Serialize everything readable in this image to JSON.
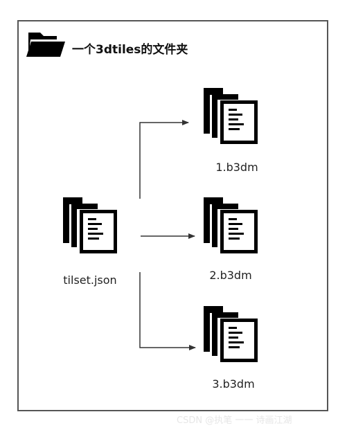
{
  "header": {
    "title": "一个3dtiles的文件夹",
    "folder_icon": "folder-icon"
  },
  "root_file": {
    "name": "tilset.json",
    "icon": "document-stack-icon"
  },
  "tiles": [
    {
      "name": "1.b3dm",
      "icon": "document-stack-icon"
    },
    {
      "name": "2.b3dm",
      "icon": "document-stack-icon"
    },
    {
      "name": "3.b3dm",
      "icon": "document-stack-icon"
    }
  ],
  "watermark": "CSDN @执笔 一一 诗画江湖",
  "colors": {
    "icon": "#000000",
    "arrow": "#333333",
    "border": "#555555"
  }
}
